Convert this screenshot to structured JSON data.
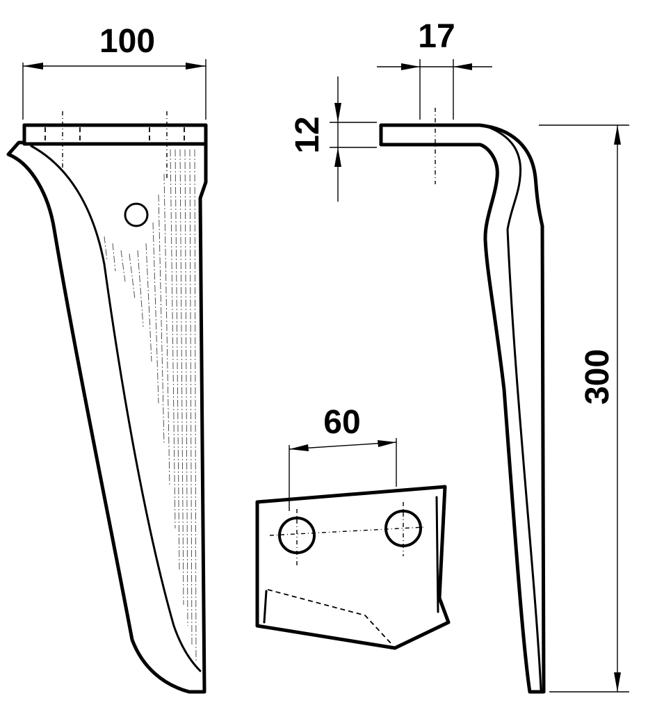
{
  "dimensions": {
    "width_top": "100",
    "bracket_width": "17",
    "bracket_thickness": "12",
    "hole_spacing": "60",
    "height": "300"
  }
}
